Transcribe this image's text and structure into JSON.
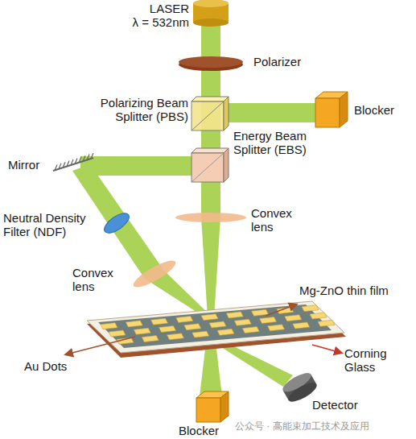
{
  "diagram": {
    "labels": [
      "LASER",
      "λ = 532nm",
      "Polarizer",
      "Polarizing Beam Splitter (PBS)",
      "Blocker",
      "Energy Beam Splitter (EBS)",
      "Mirror",
      "Convex lens",
      "Neutral Density Filter (NDF)",
      "Convex lens",
      "Mg-ZnO thin film",
      "Au Dots",
      "Corning Glass",
      "Blocker",
      "Detector",
      "公众号 · 高能束加工技术及应用"
    ]
  }
}
